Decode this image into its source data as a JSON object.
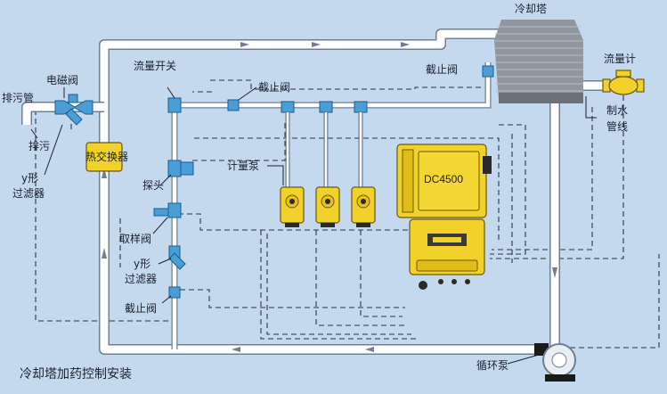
{
  "labels": {
    "cooling_tower": "冷却塔",
    "flow_meter": "流量计",
    "makeup_line": "制水",
    "makeup_line_2": "管线",
    "stop_valve_top": "截止阀",
    "stop_valve_mid": "截止阀",
    "flow_switch": "流量开关",
    "solenoid_valve": "电磁阀",
    "drain_pipe": "排污管",
    "drain": "排污",
    "y_filter_left_1": "y形",
    "y_filter_left_2": "过滤器",
    "heat_exchanger": "热交换器",
    "probe": "探头",
    "sampling_valve": "取样阀",
    "y_filter_mid_1": "y形",
    "y_filter_mid_2": "过滤器",
    "stop_valve_bottom": "截止阀",
    "metering_pump": "计量泵",
    "controller": "DC4500",
    "circulation_pump": "循环泵",
    "title": "冷却塔加药控制安装"
  },
  "colors": {
    "background": "#c4d8ee",
    "pipe": "#ffffff",
    "equipment": "#f2d12a",
    "fitting": "#4a9ed8"
  }
}
